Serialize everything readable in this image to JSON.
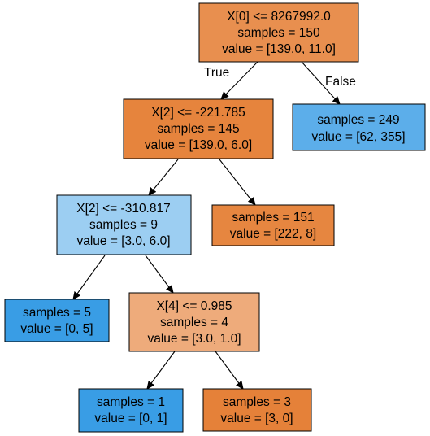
{
  "nodes": {
    "root": {
      "lines": [
        "X[0] <= 8267992.0",
        "samples = 150",
        "value = [139.0, 11.0]"
      ],
      "fill": "#e88f4f"
    },
    "n1": {
      "lines": [
        "X[2] <= -221.785",
        "samples = 145",
        "value = [139.0, 6.0]"
      ],
      "fill": "#e6843d"
    },
    "n2": {
      "lines": [
        "samples = 249",
        "value = [62, 355]"
      ],
      "fill": "#5caeea"
    },
    "n3": {
      "lines": [
        "X[2] <= -310.817",
        "samples = 9",
        "value = [3.0, 6.0]"
      ],
      "fill": "#9ccef2"
    },
    "n4": {
      "lines": [
        "samples = 151",
        "value = [222, 8]"
      ],
      "fill": "#e68640"
    },
    "n5": {
      "lines": [
        "samples = 5",
        "value = [0, 5]"
      ],
      "fill": "#399de5"
    },
    "n6": {
      "lines": [
        "X[4] <= 0.985",
        "samples = 4",
        "value = [3.0, 1.0]"
      ],
      "fill": "#eeab7b"
    },
    "n7": {
      "lines": [
        "samples = 1",
        "value = [0, 1]"
      ],
      "fill": "#399de5"
    },
    "n8": {
      "lines": [
        "samples = 3",
        "value = [3, 0]"
      ],
      "fill": "#e58139"
    }
  },
  "edges": [
    {
      "from": "root",
      "to": "n1",
      "label": "True"
    },
    {
      "from": "root",
      "to": "n2",
      "label": "False"
    },
    {
      "from": "n1",
      "to": "n3",
      "label": ""
    },
    {
      "from": "n1",
      "to": "n4",
      "label": ""
    },
    {
      "from": "n3",
      "to": "n5",
      "label": ""
    },
    {
      "from": "n3",
      "to": "n6",
      "label": ""
    },
    {
      "from": "n6",
      "to": "n7",
      "label": ""
    },
    {
      "from": "n6",
      "to": "n8",
      "label": ""
    }
  ]
}
